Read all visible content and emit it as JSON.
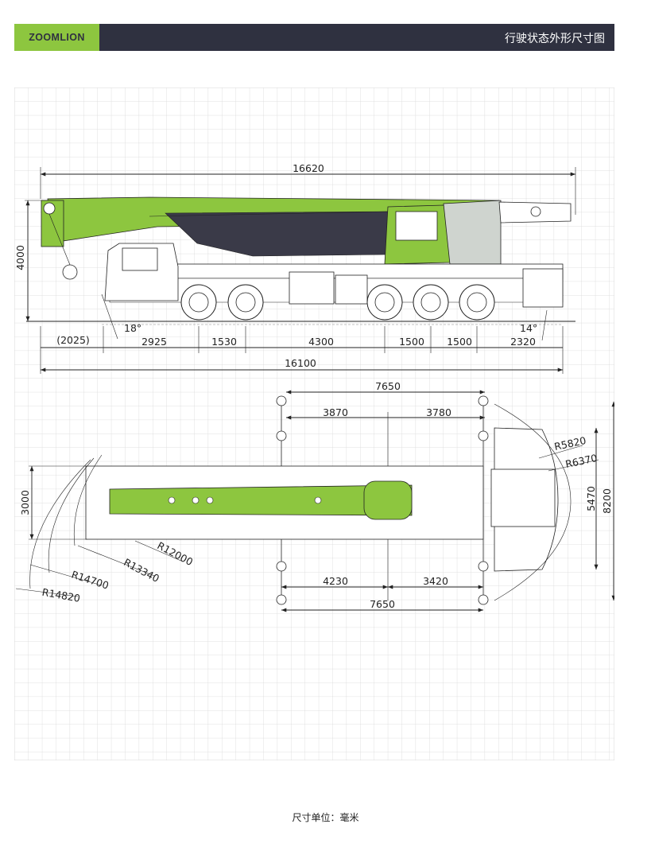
{
  "header": {
    "logo": "ZOOMLION",
    "title": "行驶状态外形尺寸图"
  },
  "side_view": {
    "overall_length": "16620",
    "height": "4000",
    "approach_angle": "18°",
    "departure_angle": "14°",
    "segments": [
      "(2025)",
      "2925",
      "1530",
      "4300",
      "1500",
      "1500",
      "2320"
    ],
    "wheelbase_total": "16100"
  },
  "top_view": {
    "outrigger_span_top": "7650",
    "front_span": "3870",
    "rear_span": "3780",
    "front_span_bottom": "4230",
    "rear_span_bottom": "3420",
    "outrigger_span_bottom": "7650",
    "width": "3000",
    "transverse_inner": "5470",
    "transverse_outer": "8200",
    "radius_r5820": "R5820",
    "radius_r6370": "R6370",
    "radius_r12000": "R12000",
    "radius_r13340": "R13340",
    "radius_r14700": "R14700",
    "radius_r14820": "R14820"
  },
  "footer": {
    "unit_note": "尺寸单位：毫米"
  },
  "colors": {
    "brand_green": "#8dc63f",
    "dark_navy": "#2f3140",
    "grid": "#d9d9d9"
  }
}
